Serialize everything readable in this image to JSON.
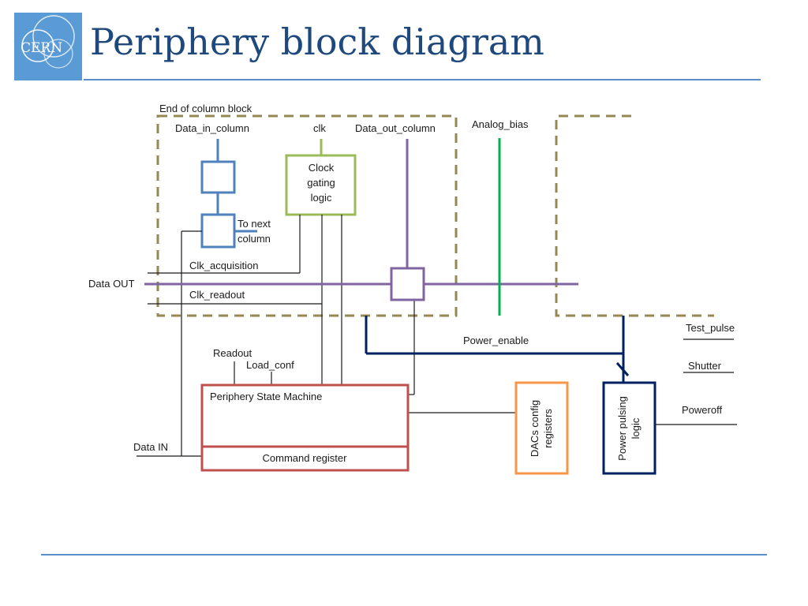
{
  "slide": {
    "title": "Periphery block diagram",
    "logo_text": "CERN"
  },
  "colors": {
    "title": "#1f497d",
    "rule": "#5b8fc9",
    "dashed_border": "#938953",
    "data_in_column": "#4f81bd",
    "clock_gating": "#9bbb59",
    "data_out": "#8064a2",
    "analog_bias": "#00b050",
    "periphery_sm": "#c0504d",
    "dacs": "#f79646",
    "power": "#002060"
  },
  "diagram": {
    "eoc_label": "End of column block",
    "data_in_column": "Data_in_column",
    "clk": "clk",
    "data_out_column": "Data_out_column",
    "analog_bias": "Analog_bias",
    "clock_gating_line1": "Clock",
    "clock_gating_line2": "gating",
    "clock_gating_line3": "logic",
    "to_next_line1": "To next",
    "to_next_line2": "column",
    "clk_acquisition": "Clk_acquisition",
    "data_out": "Data OUT",
    "clk_readout": "Clk_readout",
    "power_enable": "Power_enable",
    "readout": "Readout",
    "load_conf": "Load_conf",
    "periphery_state_machine": "Periphery State Machine",
    "command_register": "Command register",
    "data_in": "Data IN",
    "dacs_line1": "DACs config",
    "dacs_line2": "registers",
    "power_pulsing_line1": "Power pulsing",
    "power_pulsing_line2": "logic",
    "test_pulse": "Test_pulse",
    "shutter": "Shutter",
    "poweroff": "Poweroff"
  }
}
